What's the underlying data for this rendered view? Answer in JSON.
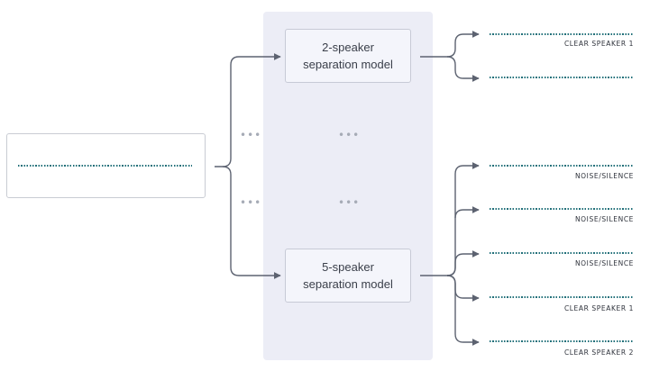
{
  "colors": {
    "wave": "#22707a",
    "connector": "#5c6270",
    "panel": "#ecedf6"
  },
  "models": {
    "two_speaker": {
      "line1": "2-speaker",
      "line2": "separation model"
    },
    "five_speaker": {
      "line1": "5-speaker",
      "line2": "separation model"
    }
  },
  "ellipsis": "•••",
  "outputs": {
    "two_speaker": [
      {
        "label": "CLEAR SPEAKER 1"
      },
      {
        "label": ""
      }
    ],
    "five_speaker": [
      {
        "label": "NOISE/SILENCE"
      },
      {
        "label": "NOISE/SILENCE"
      },
      {
        "label": "NOISE/SILENCE"
      },
      {
        "label": "CLEAR SPEAKER 1"
      },
      {
        "label": "CLEAR SPEAKER 2"
      }
    ]
  }
}
